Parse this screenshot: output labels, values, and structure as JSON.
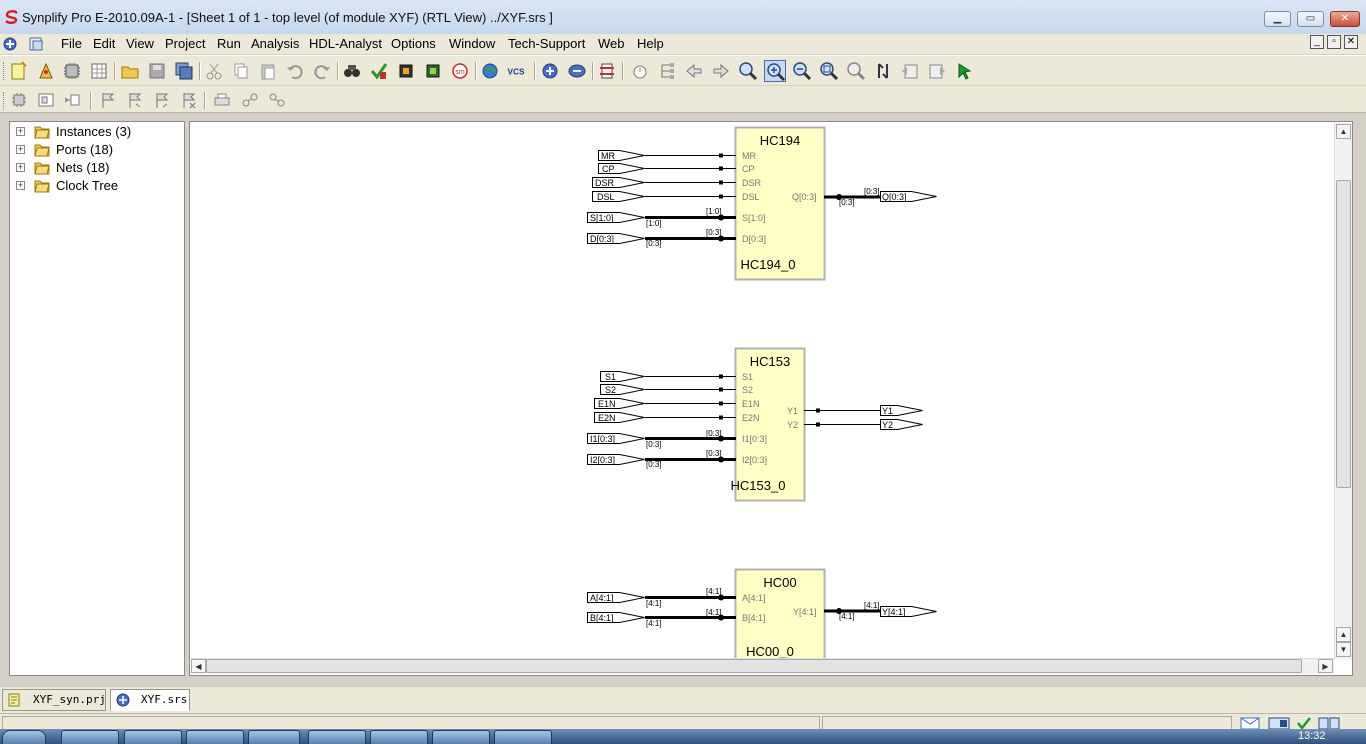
{
  "window": {
    "title": "Synplify Pro E-2010.09A-1 - [Sheet 1 of 1 - top level (of module XYF) (RTL View)  ../XYF.srs ]",
    "min_label": "▁",
    "max_label": "▭",
    "close_label": "✕"
  },
  "menu": {
    "items": [
      "File",
      "Edit",
      "View",
      "Project",
      "Run",
      "Analysis",
      "HDL-Analyst",
      "Options",
      "Window",
      "Tech-Support",
      "Web",
      "Help"
    ],
    "mdi": {
      "min": "_",
      "restore": "▫",
      "close": "✕"
    }
  },
  "toolbar1": {
    "icons": [
      "new-project-icon",
      "open-icon",
      "chip-icon",
      "table-icon",
      "folder-open-icon",
      "save-icon",
      "save-all-icon",
      "cut-icon",
      "copy-icon",
      "paste-icon",
      "undo-icon",
      "redo-icon",
      "find-icon",
      "check-icon",
      "compile-icon",
      "synthesize-icon",
      "sm-icon",
      "globe-icon",
      "vcs-icon",
      "push-icon",
      "pop-icon",
      "filter-icon",
      "timer-icon",
      "hierarchy-icon",
      "back-icon",
      "forward-icon",
      "zoom-in-icon",
      "zoom-area-icon",
      "zoom-out-icon",
      "zoom-fit-icon",
      "zoom-100-icon",
      "flatten-icon",
      "prev-sheet-icon",
      "next-sheet-icon",
      "select-icon"
    ],
    "vcs_label": "VCS",
    "sm_label": "sm"
  },
  "toolbar2": {
    "icons": [
      "chip-small-icon",
      "expand-icon",
      "ports-icon",
      "flag-icon",
      "flag-prev-icon",
      "flag-next-icon",
      "flag-clear-icon",
      "print-icon",
      "probe-icon",
      "trace-icon"
    ]
  },
  "tree": {
    "items": [
      {
        "label": "Instances (3)"
      },
      {
        "label": "Ports (18)"
      },
      {
        "label": "Nets (18)"
      },
      {
        "label": "Clock Tree"
      }
    ],
    "expander": "+"
  },
  "schematic": {
    "hc194": {
      "type": "HC194",
      "instance": "HC194_0",
      "in_ports": [
        "MR",
        "CP",
        "DSR",
        "DSL",
        "S[1:0]",
        "D[0:3]"
      ],
      "in_pins": [
        "MR",
        "CP",
        "DSR",
        "DSL",
        "S[1:0]",
        "D[0:3]"
      ],
      "out_pin": "Q[0:3]",
      "out_port": "Q[0:3]",
      "bus_labels": {
        "s_in": "[1:0]",
        "s_pin": "[1:0]",
        "d_in": "[0:3]",
        "d_pin": "[0:3]",
        "q_pin": "[0:3]",
        "q_out": "[0:3]"
      }
    },
    "hc153": {
      "type": "HC153",
      "instance": "HC153_0",
      "in_ports": [
        "S1",
        "S2",
        "E1N",
        "E2N",
        "I1[0:3]",
        "I2[0:3]"
      ],
      "in_pins": [
        "S1",
        "S2",
        "E1N",
        "E2N",
        "I1[0:3]",
        "I2[0:3]"
      ],
      "out_pins": [
        "Y1",
        "Y2"
      ],
      "out_ports": [
        "Y1",
        "Y2"
      ],
      "bus_labels": {
        "i1_in": "[0:3]",
        "i1_pin": "[0:3]",
        "i2_in": "[0:3]",
        "i2_pin": "[0:3]"
      }
    },
    "hc00": {
      "type": "HC00",
      "instance": "HC00_0",
      "in_ports": [
        "A[4:1]",
        "B[4:1]"
      ],
      "in_pins": [
        "A[4:1]",
        "B[4:1]"
      ],
      "out_pin": "Y[4:1]",
      "out_port": "Y[4:1]",
      "bus_labels": {
        "a_in": "[4:1]",
        "a_pin": "[4:1]",
        "b_in": "[4:1]",
        "b_pin": "[4:1]",
        "y_pin": "[4:1]",
        "y_out": "[4:1]"
      }
    }
  },
  "tabs": [
    {
      "label": "XYF_syn.prj"
    },
    {
      "label": "XYF.srs"
    }
  ],
  "taskbar": {
    "clock": "13:32"
  },
  "colors": {
    "block_fill": "#ffffc6",
    "block_border": "#b0b0b0",
    "accent": "#3a6bc4"
  }
}
